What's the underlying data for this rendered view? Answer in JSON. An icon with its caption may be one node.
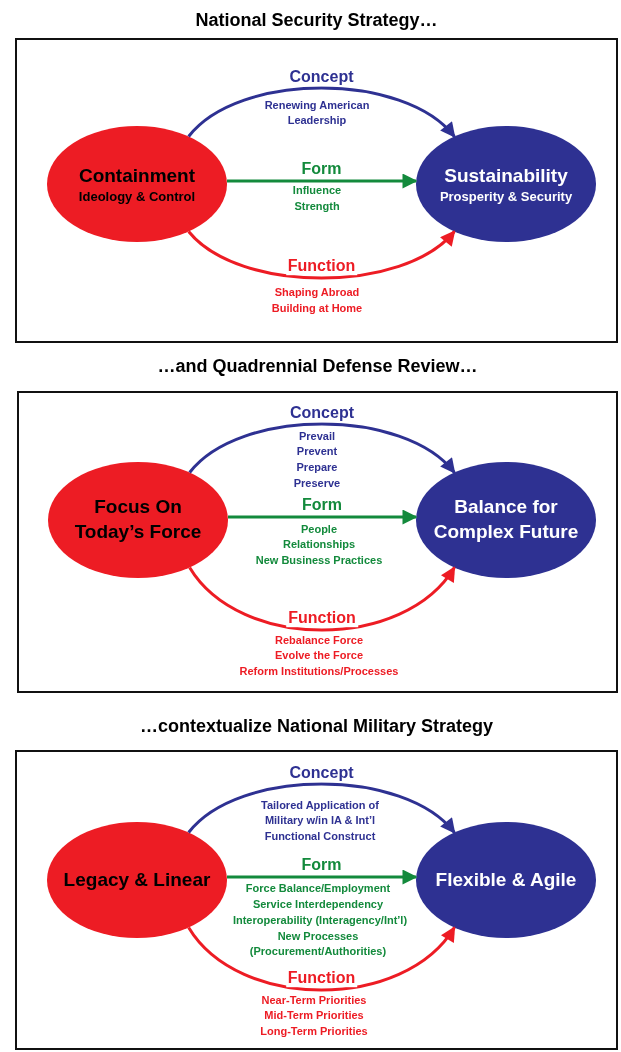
{
  "diagram": {
    "nodes": [
      {
        "text": [
          "National Security Strategy…"
        ]
      },
      {
        "text": [
          "Containment",
          "Ideology & Control"
        ],
        "in": 0
      },
      {
        "text": [
          "Sustainability",
          "Prosperity & Security"
        ],
        "in": 0
      },
      {
        "text": [
          "…and Quadrennial Defense Review…"
        ]
      },
      {
        "text": [
          "Focus On Today’s Force"
        ],
        "in": 3
      },
      {
        "text": [
          "Balance for Complex Future"
        ],
        "in": 3
      },
      {
        "text": [
          "…contextualize National Military Strategy"
        ]
      },
      {
        "text": [
          "Legacy & Linear"
        ],
        "in": 6
      },
      {
        "text": [
          "Flexible & Agile"
        ],
        "in": 6
      }
    ],
    "edges": [
      {
        "from": 1,
        "to": 2,
        "arrow": "to",
        "label": "Concept",
        "color": "#2e3192"
      },
      {
        "from": 1,
        "to": 2,
        "arrow": "to",
        "label": "Form",
        "color": "#138a3c"
      },
      {
        "from": 1,
        "to": 2,
        "arrow": "to",
        "label": "Function",
        "color": "#ed1c24"
      },
      {
        "from": 4,
        "to": 5,
        "arrow": "to",
        "label": "Concept",
        "color": "#2e3192"
      },
      {
        "from": 4,
        "to": 5,
        "arrow": "to",
        "label": "Form",
        "color": "#138a3c"
      },
      {
        "from": 4,
        "to": 5,
        "arrow": "to",
        "label": "Function",
        "color": "#ed1c24"
      },
      {
        "from": 7,
        "to": 8,
        "arrow": "to",
        "label": "Concept",
        "color": "#2e3192"
      },
      {
        "from": 7,
        "to": 8,
        "arrow": "to",
        "label": "Form",
        "color": "#138a3c"
      },
      {
        "from": 7,
        "to": 8,
        "arrow": "to",
        "label": "Function",
        "color": "#ed1c24"
      }
    ],
    "labels": [
      "Renewing American Leadership",
      "Influence",
      "Strength",
      "Shaping Abroad",
      "Building at Home",
      "Prevail",
      "Prevent",
      "Prepare",
      "Preserve",
      "People",
      "Relationships",
      "New Business Practices",
      "Rebalance Force",
      "Evolve the Force",
      "Reform Institutions/Processes",
      "Tailored Application of Military w/in IA & Int’l Functional Construct",
      "Force Balance/Employment",
      "Service Interdependency",
      "Interoperability (Interagency/Int’l)",
      "New Processes (Procurement/Authorities)",
      "Near-Term Priorities",
      "Mid-Term Priorities",
      "Long-Term Priorities"
    ]
  }
}
